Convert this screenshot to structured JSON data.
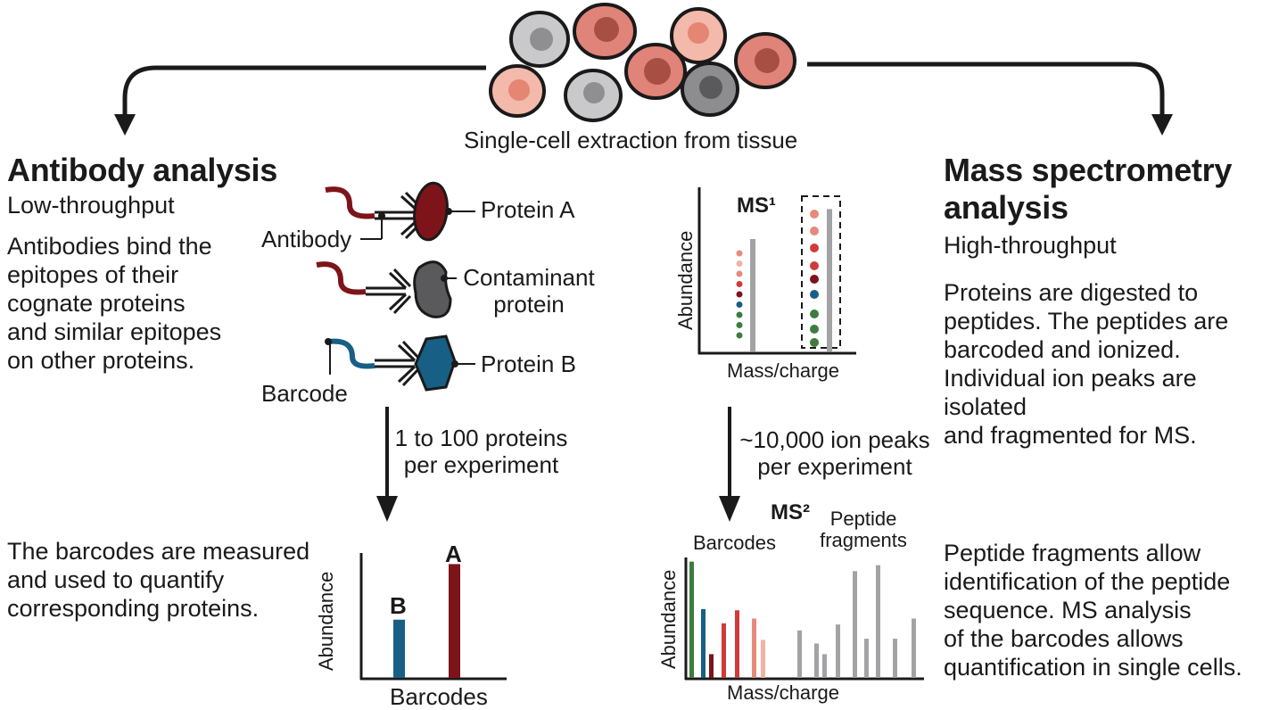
{
  "top": {
    "caption": "Single-cell extraction from tissue"
  },
  "left": {
    "title": "Antibody analysis",
    "subtitle": "Low-throughput",
    "description": [
      "Antibodies bind the",
      "epitopes of their",
      "cognate proteins",
      "and similar epitopes",
      "on other proteins."
    ],
    "labels": {
      "protein_a": "Protein A",
      "antibody": "Antibody",
      "contaminant": [
        "Contaminant",
        "protein"
      ],
      "protein_b": "Protein B",
      "barcode": "Barcode"
    },
    "throughput": [
      "1 to 100 proteins",
      "per experiment"
    ],
    "result_text": [
      "The barcodes are measured",
      "and used to quantify",
      "corresponding proteins."
    ]
  },
  "right": {
    "title": [
      "Mass spectrometry",
      "analysis"
    ],
    "subtitle": "High-throughput",
    "description": [
      "Proteins are digested to",
      "peptides. The peptides are",
      "barcoded and ionized.",
      "Individual ion peaks are isolated",
      "and fragmented for MS."
    ],
    "throughput": [
      "~10,000 ion peaks",
      "per experiment"
    ],
    "result_text": [
      "Peptide fragments allow",
      "identification of the peptide",
      "sequence. MS analysis",
      "of the barcodes allows",
      "quantification in single cells."
    ]
  },
  "colors": {
    "dark_red": "#7d1419",
    "red": "#d23a3a",
    "salmon": "#e58b7c",
    "pink": "#f0b3a4",
    "blue": "#175f84",
    "green": "#3e7c3e",
    "gray": "#a3a3a6"
  },
  "chart_data": [
    {
      "type": "bar",
      "xlabel": "Barcodes",
      "ylabel": "Abundance",
      "categories": [
        "B",
        "A"
      ],
      "values": [
        0.45,
        0.88
      ],
      "ylim": [
        0,
        1
      ],
      "colors": [
        "#175f84",
        "#7d1419"
      ]
    },
    {
      "type": "bar",
      "title": "MS¹",
      "xlabel": "Mass/charge",
      "ylabel": "Abundance",
      "values": [
        0.75,
        0.95
      ],
      "ylim": [
        0,
        1
      ],
      "annotations": [
        "dotted ion peak markers",
        "dashed selection box around second peak"
      ]
    },
    {
      "type": "bar",
      "title": "MS²",
      "xlabel": "Mass/charge",
      "ylabel": "Abundance",
      "annotations": [
        "Barcodes",
        "Peptide fragments"
      ],
      "series": [
        {
          "name": "Barcodes",
          "values": [
            0.98,
            0.58,
            0.2,
            0.46,
            0.57,
            0.5,
            0.32
          ]
        },
        {
          "name": "Peptide fragments",
          "values": [
            0.4,
            0.29,
            0.2,
            0.45,
            0.9,
            0.33,
            0.95,
            0.33,
            0.5
          ]
        }
      ],
      "ylim": [
        0,
        1
      ]
    }
  ]
}
